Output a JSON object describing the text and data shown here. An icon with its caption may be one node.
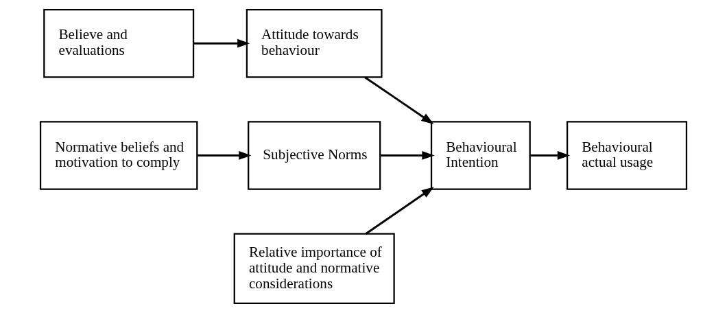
{
  "diagram": {
    "nodes": [
      {
        "text": [
          "Believe and evaluations"
        ]
      },
      {
        "text": [
          "Attitude towards behaviour"
        ]
      },
      {
        "text": [
          "Behavioural Intention"
        ]
      },
      {
        "text": [
          "Behavioural actual usage"
        ]
      },
      {
        "text": [
          "Normative beliefs and motivation to comply"
        ]
      },
      {
        "text": [
          "Subjective Norms"
        ]
      },
      {
        "text": [
          "Relative importance of attitude and normative considerations"
        ]
      }
    ],
    "edges": [
      {
        "from": 0,
        "to": 1,
        "arrow": "to"
      },
      {
        "from": 1,
        "to": 2,
        "arrow": "to"
      },
      {
        "from": 2,
        "to": 3,
        "arrow": "to"
      },
      {
        "from": 4,
        "to": 5,
        "arrow": "to"
      },
      {
        "from": 5,
        "to": 2,
        "arrow": "to"
      },
      {
        "from": 6,
        "to": 2,
        "arrow": "to"
      }
    ]
  }
}
